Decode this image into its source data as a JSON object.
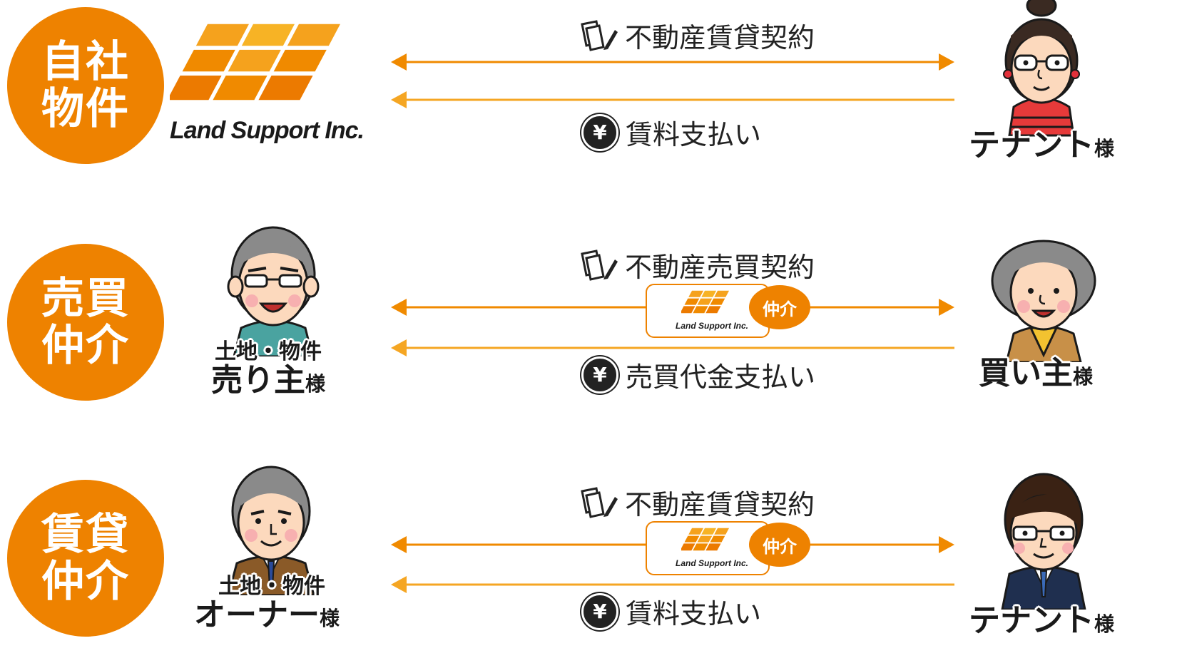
{
  "rows": [
    {
      "category": "自社\n物件",
      "left": {
        "type": "logo",
        "logo_text": "Land Support Inc."
      },
      "contract_label": "不動産賃貸契約",
      "payment_label": "賃料支払い",
      "right": {
        "name": "テナント",
        "honorific": "様"
      }
    },
    {
      "category": "売買\n仲介",
      "left": {
        "type": "person",
        "sub": "土地・物件",
        "name": "売り主",
        "honorific": "様"
      },
      "contract_label": "不動産売買契約",
      "broker": {
        "logo_text": "Land Support Inc.",
        "bubble": "仲介"
      },
      "payment_label": "売買代金支払い",
      "right": {
        "name": "買い主",
        "honorific": "様"
      }
    },
    {
      "category": "賃貸\n仲介",
      "left": {
        "type": "person",
        "sub": "土地・物件",
        "name": "オーナー",
        "honorific": "様"
      },
      "contract_label": "不動産賃貸契約",
      "broker": {
        "logo_text": "Land Support Inc.",
        "bubble": "仲介"
      },
      "payment_label": "賃料支払い",
      "right": {
        "name": "テナント",
        "honorific": "様"
      }
    }
  ],
  "icons": {
    "contract": "document-pen-icon",
    "payment": "yen-coin-icon",
    "yen_symbol": "¥"
  },
  "colors": {
    "accent": "#ee8200",
    "arrow_contract": "#f08a00",
    "arrow_payment": "#f5a623"
  }
}
